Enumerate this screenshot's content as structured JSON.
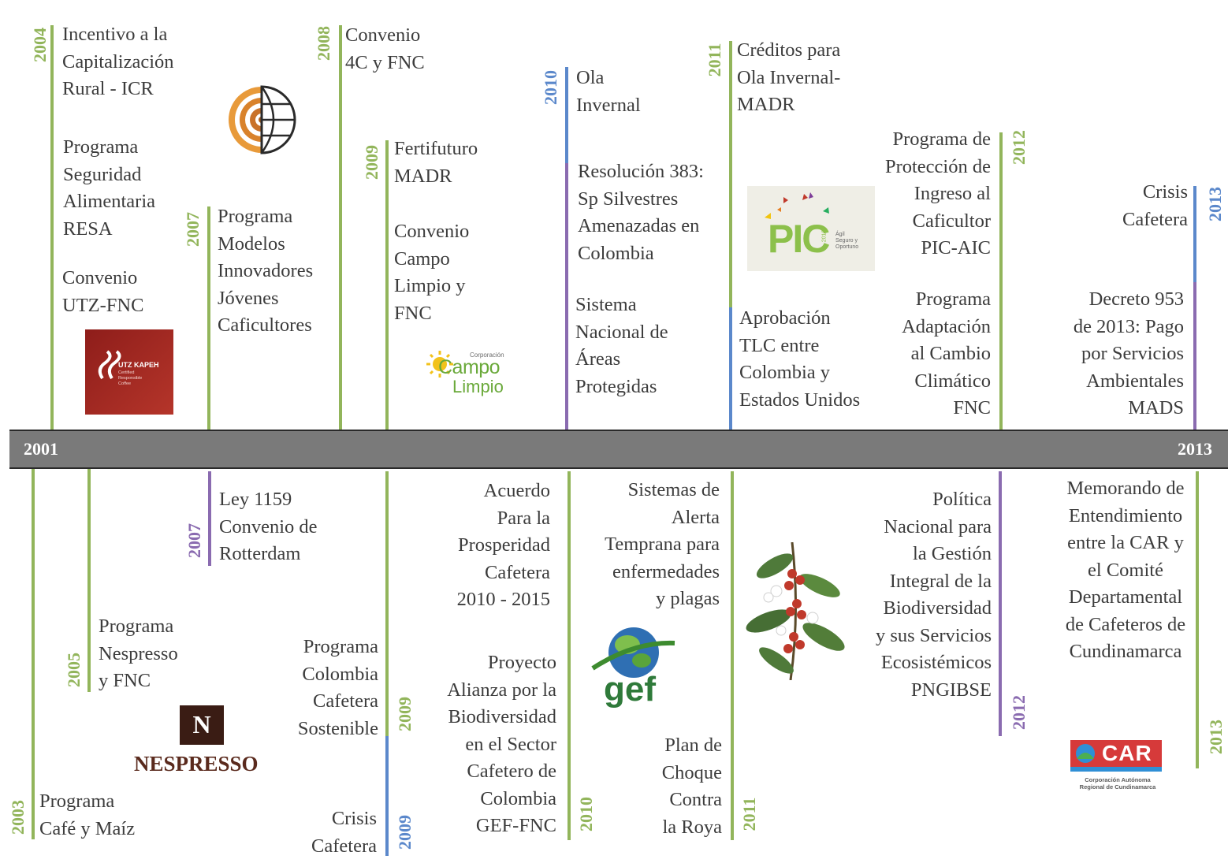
{
  "colors": {
    "green": "#92b55b",
    "blue": "#5b88cb",
    "purple": "#8a6bb0",
    "bar": "#7a7a7a",
    "text": "#3c3c3c"
  },
  "axis": {
    "start": "2001",
    "end": "2013"
  },
  "years": {
    "y2004": "2004",
    "y2007_top": "2007",
    "y2008": "2008",
    "y2009_top": "2009",
    "y2010_top": "2010",
    "y2011_top": "2011",
    "y2012_top": "2012",
    "y2013_top": "2013",
    "y2003": "2003",
    "y2005": "2005",
    "y2007_bottom": "2007",
    "y2009_bottom_a": "2009",
    "y2009_bottom_b": "2009",
    "y2010_bottom": "2010",
    "y2011_bottom": "2011",
    "y2012_bottom": "2012",
    "y2013_bottom": "2013"
  },
  "events_top": {
    "icr": [
      "Incentivo a la",
      "Capitalización",
      "Rural - ICR"
    ],
    "resa": [
      "Programa",
      "Seguridad",
      "Alimentaria",
      "RESA"
    ],
    "utz": [
      "Convenio",
      "UTZ-FNC"
    ],
    "jovenes": [
      "Programa",
      "Modelos",
      "Innovadores",
      "Jóvenes",
      "Caficultores"
    ],
    "fourc": [
      "Convenio",
      "4C y  FNC"
    ],
    "fertifuturo": [
      "Fertifuturo",
      "MADR"
    ],
    "campo_limpio": [
      "Convenio",
      "Campo",
      "Limpio y",
      "FNC"
    ],
    "ola_invernal": [
      "Ola",
      "Invernal"
    ],
    "resolucion": [
      "Resolución 383:",
      "Sp Silvestres",
      "Amenazadas en",
      "Colombia"
    ],
    "sinap": [
      "Sistema",
      "Nacional de",
      "Áreas",
      "Protegidas"
    ],
    "creditos": [
      "Créditos para",
      "Ola Invernal-",
      "MADR"
    ],
    "tlc": [
      "Aprobación",
      "TLC entre",
      "Colombia y",
      "Estados Unidos"
    ],
    "pic": [
      "Programa de",
      "Protección de",
      "Ingreso al",
      "Caficultor",
      "PIC-AIC"
    ],
    "adaptacion": [
      "Programa",
      "Adaptación",
      "al Cambio",
      "Climático",
      "FNC"
    ],
    "crisis_2013": [
      "Crisis",
      "Cafetera"
    ],
    "decreto": [
      "Decreto 953",
      "de 2013: Pago",
      "por Servicios",
      "Ambientales",
      "MADS"
    ]
  },
  "events_bottom": {
    "ley": [
      "Ley 1159",
      "Convenio de",
      "Rotterdam"
    ],
    "nespresso": [
      "Programa",
      "Nespresso",
      "y FNC"
    ],
    "cafe_maiz": [
      "Programa",
      "Café y Maíz"
    ],
    "colombia_sostenible": [
      "Programa",
      "Colombia",
      "Cafetera",
      "Sostenible"
    ],
    "crisis_2009": [
      "Crisis",
      "Cafetera"
    ],
    "prosperidad": [
      "Acuerdo",
      "Para la",
      "Prosperidad",
      "Cafetera",
      "2010 - 2015"
    ],
    "alianza": [
      "Proyecto",
      "Alianza por la",
      "Biodiversidad",
      "en el Sector",
      "Cafetero de",
      "Colombia",
      "GEF-FNC"
    ],
    "alerta": [
      "Sistemas de",
      "Alerta",
      "Temprana para",
      "enfermedades",
      "y plagas"
    ],
    "roya": [
      "Plan de",
      "Choque",
      "Contra",
      "la Roya"
    ],
    "pngibse": [
      "Política",
      "Nacional para",
      "la Gestión",
      "Integral de la",
      "Biodiversidad",
      "y sus Servicios",
      "Ecosistémicos",
      "PNGIBSE"
    ],
    "memorando": [
      "Memorando de",
      "Entendimiento",
      "entre la CAR y",
      "el Comité",
      "Departamental",
      "de Cafeteros de",
      "Cundinamarca"
    ]
  },
  "logos": {
    "utz": {
      "name": "UTZ KAPEH",
      "lines": [
        "Certified",
        "Responsible",
        "Coffee"
      ]
    },
    "campo_limpio": {
      "top": "Corporación",
      "word1": "Campo",
      "word2": "Limpio"
    },
    "pic": {
      "word": "PIC",
      "year": "2013",
      "side": [
        "Ágil",
        "Seguro y",
        "Oportuno"
      ]
    },
    "nespresso": {
      "letter": "N",
      "word": "NESPRESSO"
    },
    "gef": {
      "word": "gef"
    },
    "car": {
      "word": "CAR",
      "sub": [
        "Corporación Autónoma",
        "Regional de Cundinamarca"
      ]
    }
  }
}
